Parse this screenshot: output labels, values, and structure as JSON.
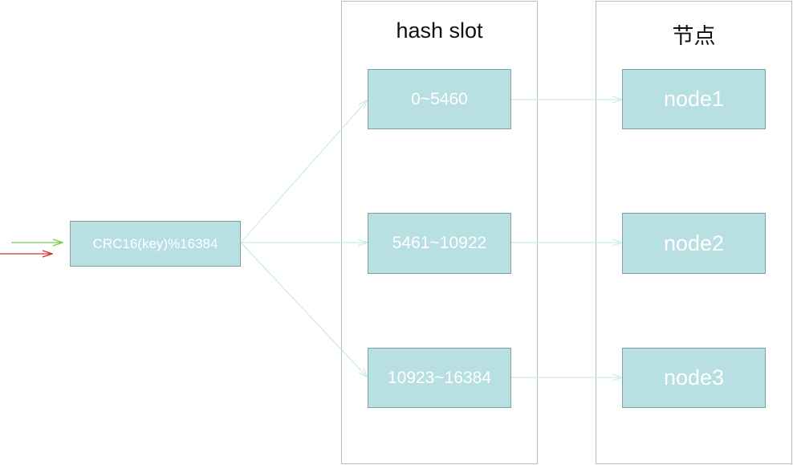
{
  "hash_panel": {
    "title": "hash slot"
  },
  "node_panel": {
    "title": "节点"
  },
  "crc_box": {
    "label": "CRC16(key)%16384"
  },
  "slots": [
    {
      "label": "0~5460"
    },
    {
      "label": "5461~10922"
    },
    {
      "label": "10923~16384"
    }
  ],
  "nodes": [
    {
      "label": "node1"
    },
    {
      "label": "node2"
    },
    {
      "label": "node3"
    }
  ],
  "colors": {
    "box_fill": "#b8dfe2",
    "box_border": "#7da2a3",
    "connector": "#cdeced",
    "input_arrow_green": "#7cc94d",
    "input_arrow_red": "#d0312d"
  }
}
